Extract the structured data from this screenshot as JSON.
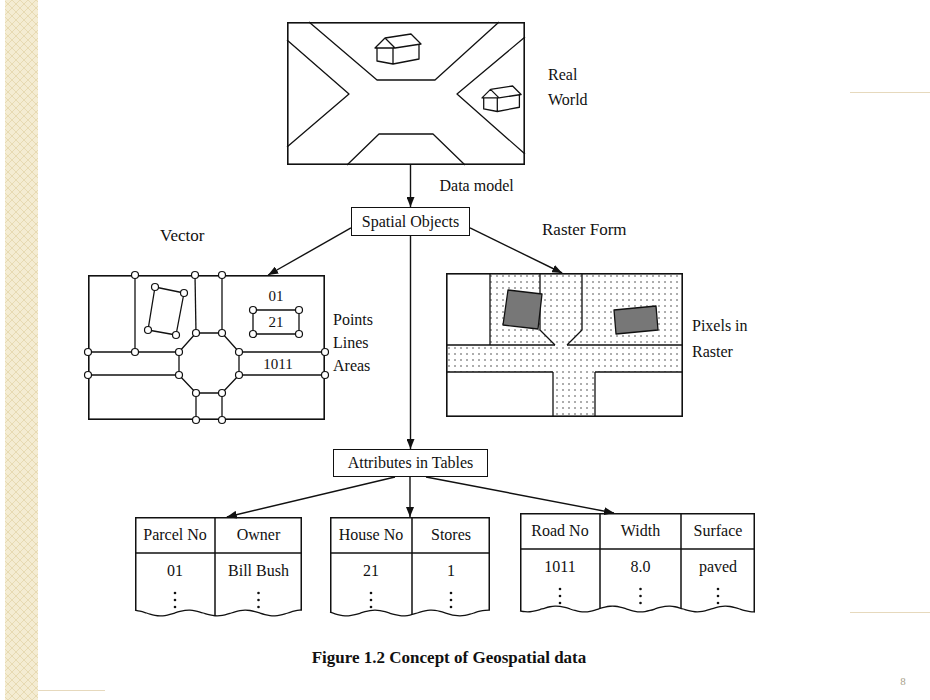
{
  "diagram": {
    "caption": "Figure 1.2 Concept of Geospatial data",
    "nodes": [
      {
        "text": [
          "Real World"
        ]
      },
      {
        "text": [
          "Spatial Objects"
        ]
      },
      {
        "text": [
          "Vector",
          "Points Lines Areas"
        ]
      },
      {
        "text": [
          "Raster Form",
          "Pixels in Raster"
        ]
      },
      {
        "text": [
          "Attributes in Tables"
        ]
      },
      {
        "text": [
          "Parcel No",
          "Owner",
          "01",
          "Bill Bush"
        ]
      },
      {
        "text": [
          "House No",
          "Stores",
          "21",
          "1"
        ]
      },
      {
        "text": [
          "Road No",
          "Width",
          "Surface",
          "1011",
          "8.0",
          "paved"
        ]
      }
    ],
    "edges": [
      {
        "from": 0,
        "to": 1,
        "arrow": "to",
        "label": "Data model"
      },
      {
        "from": 1,
        "to": 2,
        "arrow": "to"
      },
      {
        "from": 1,
        "to": 3,
        "arrow": "to"
      },
      {
        "from": 1,
        "to": 4,
        "arrow": "to"
      },
      {
        "from": 4,
        "to": 5,
        "arrow": "to"
      },
      {
        "from": 4,
        "to": 6,
        "arrow": "to"
      },
      {
        "from": 4,
        "to": 7,
        "arrow": "to"
      }
    ],
    "labels": [
      "01",
      "21",
      "1011",
      "8"
    ]
  }
}
